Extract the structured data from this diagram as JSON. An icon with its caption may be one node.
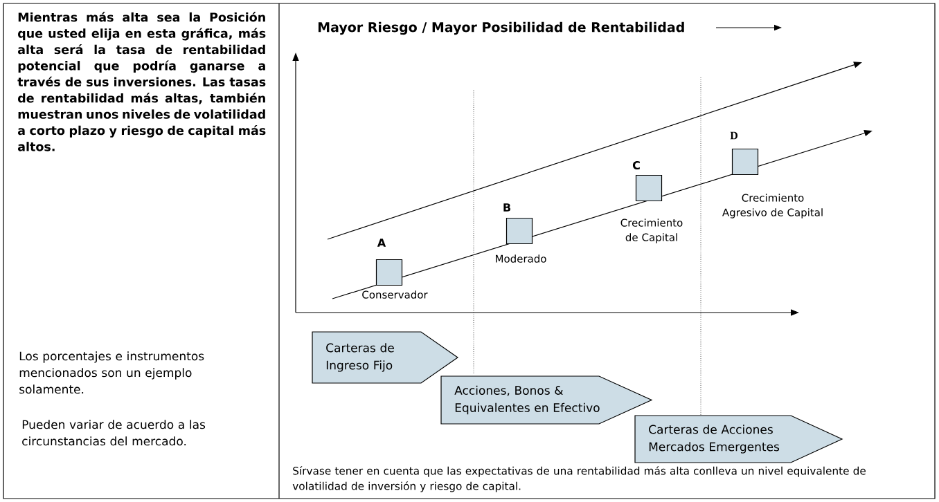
{
  "diagram": {
    "title": "Mayor Riesgo / Mayor Posibilidad de Rentabilidad",
    "nodes": [
      {
        "text": [
          "A"
        ],
        "beside": [
          "Conservador"
        ]
      },
      {
        "text": [
          "B"
        ],
        "beside": [
          "Moderado"
        ]
      },
      {
        "text": [
          "C"
        ],
        "beside": [
          "Crecimiento de Capital"
        ]
      },
      {
        "text": [
          "D"
        ],
        "beside": [
          "Crecimiento Agresivo de Capital"
        ]
      },
      {
        "text": [
          "Carteras de Ingreso Fijo"
        ]
      },
      {
        "text": [
          "Acciones, Bonos & Equivalentes en Efectivo"
        ]
      },
      {
        "text": [
          "Carteras de  Acciones Mercados Emergentes"
        ]
      }
    ],
    "labels": [
      "Mientras más alta sea la Posición que usted elija en esta gráfica, más alta será la tasa de rentabilidad potencial que podría ganarse a través de  sus inversiones.  Las tasas de rentabilidad más altas, también muestran unos niveles de volatilidad a corto plazo y riesgo de capital más altos.",
      "Los porcentajes e instrumentos mencionados son un ejemplo solamente.",
      "Pueden variar de acuerdo a las circunstancias del mercado.",
      "Sírvase tener en cuenta que las expectativas de una rentabilidad más alta conlleva un nivel equivalente de volatilidad de inversión y riesgo de capital."
    ]
  }
}
